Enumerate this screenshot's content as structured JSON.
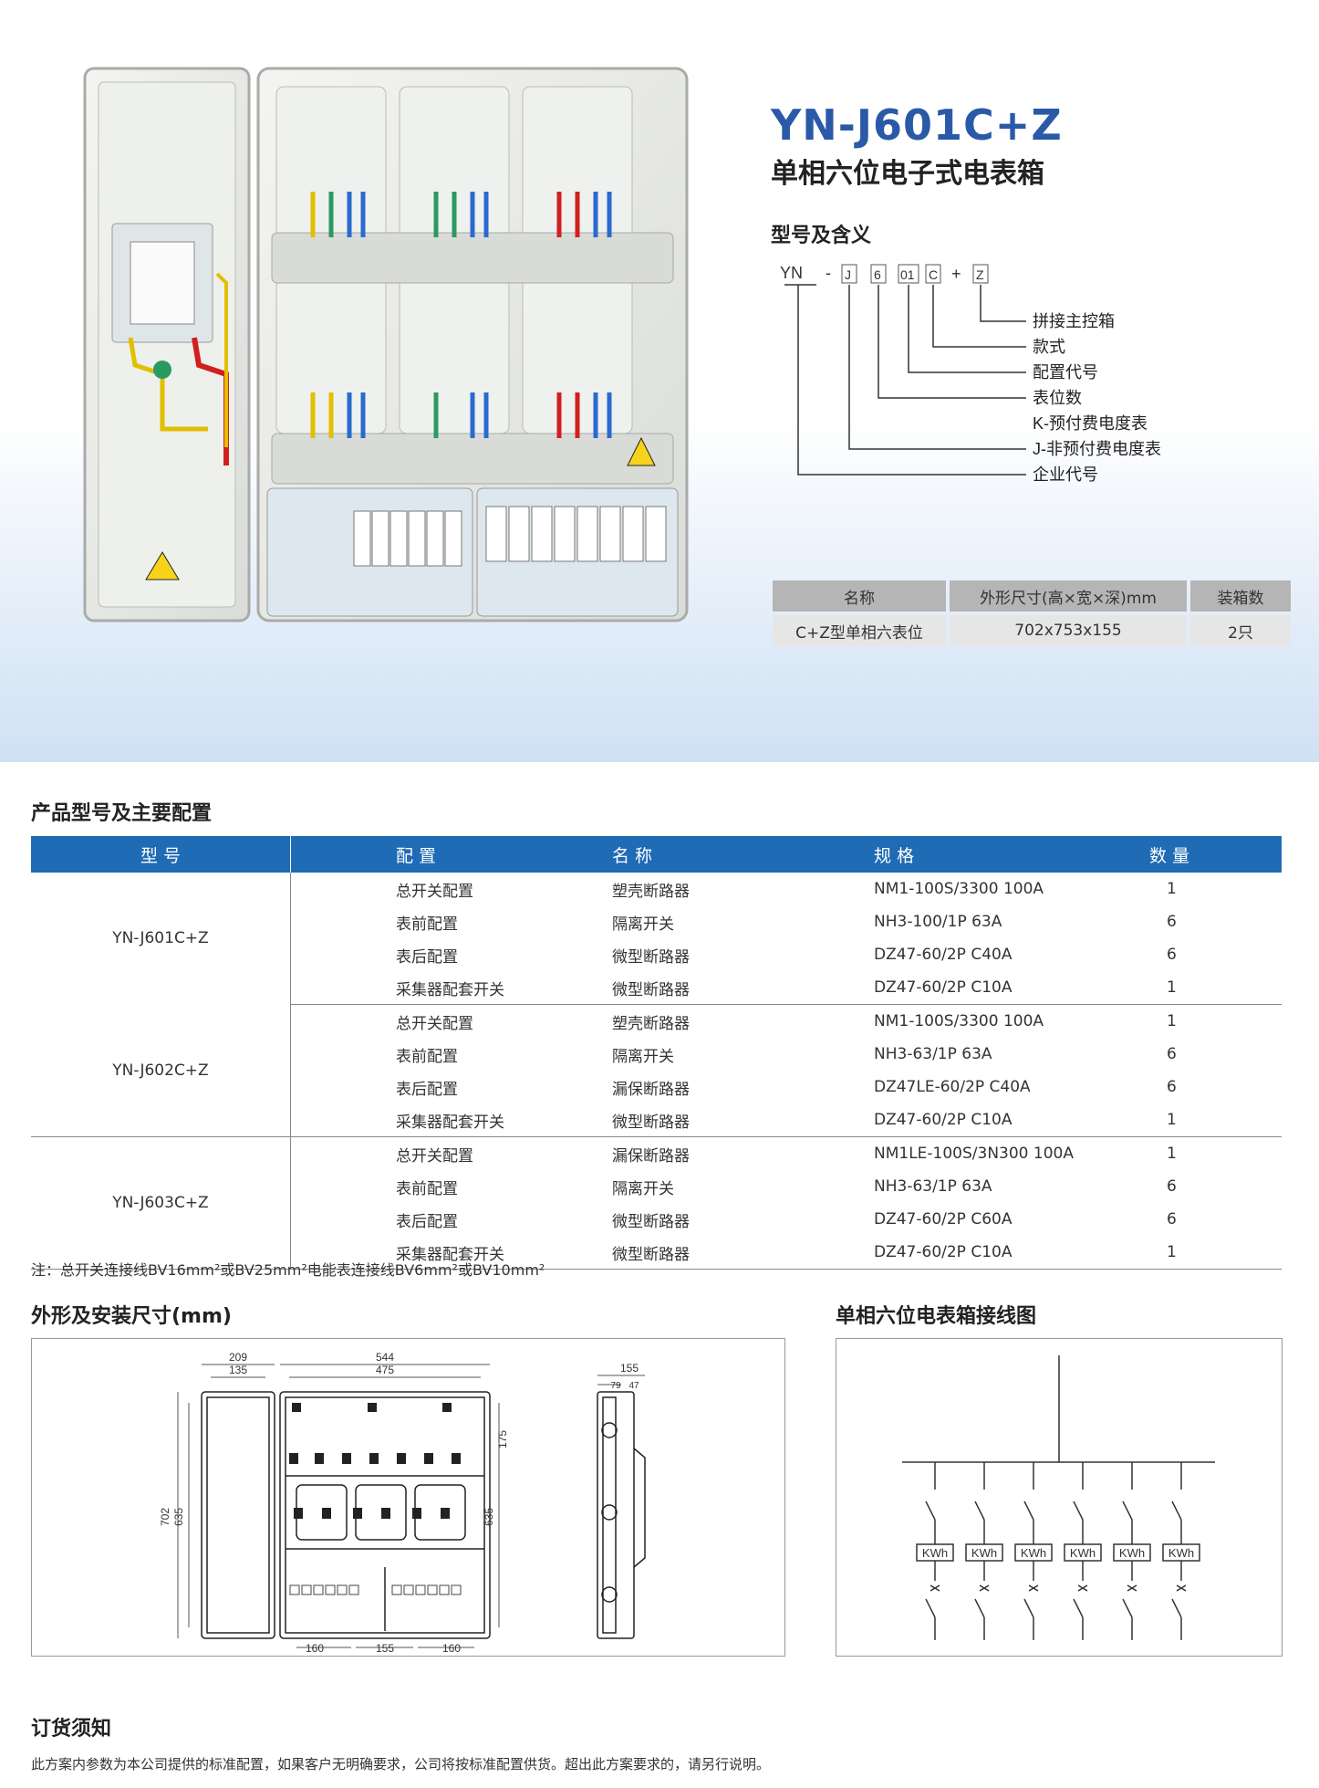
{
  "header": {
    "model_title": "YN-J601C+Z",
    "subtitle": "单相六位电子式电表箱",
    "meaning_title": "型号及含义"
  },
  "model_code": {
    "prefix": "YN",
    "dash": "-",
    "parts": [
      "J",
      "6",
      "01",
      "C",
      "Z"
    ],
    "plus": "+",
    "legend": [
      "拼接主控箱",
      "款式",
      "配置代号",
      "表位数",
      "K-预付费电度表",
      "J-非预付费电度表",
      "企业代号"
    ]
  },
  "spec_table": {
    "headers": [
      "名称",
      "外形尺寸(高×宽×深)mm",
      "装箱数"
    ],
    "row": [
      "C+Z型单相六表位",
      "702x753x155",
      "2只"
    ]
  },
  "config_section": {
    "title": "产品型号及主要配置",
    "headers": [
      "型 号",
      "配 置",
      "名 称",
      "规 格",
      "数 量"
    ],
    "groups": [
      {
        "model": "YN-J601C+Z",
        "rows": [
          [
            "总开关配置",
            "塑壳断路器",
            "NM1-100S/3300 100A",
            "1"
          ],
          [
            "表前配置",
            "隔离开关",
            "NH3-100/1P 63A",
            "6"
          ],
          [
            "表后配置",
            "微型断路器",
            "DZ47-60/2P  C40A",
            "6"
          ],
          [
            "采集器配套开关",
            "微型断路器",
            "DZ47-60/2P  C10A",
            "1"
          ]
        ]
      },
      {
        "model": "YN-J602C+Z",
        "rows": [
          [
            "总开关配置",
            "塑壳断路器",
            "NM1-100S/3300 100A",
            "1"
          ],
          [
            "表前配置",
            "隔离开关",
            "NH3-63/1P 63A",
            "6"
          ],
          [
            "表后配置",
            "漏保断路器",
            "DZ47LE-60/2P  C40A",
            "6"
          ],
          [
            "采集器配套开关",
            "微型断路器",
            "DZ47-60/2P C10A",
            "1"
          ]
        ]
      },
      {
        "model": "YN-J603C+Z",
        "rows": [
          [
            "总开关配置",
            "漏保断路器",
            "NM1LE-100S/3N300 100A",
            "1"
          ],
          [
            "表前配置",
            "隔离开关",
            "NH3-63/1P 63A",
            "6"
          ],
          [
            "表后配置",
            "微型断路器",
            "DZ47-60/2P  C60A",
            "6"
          ],
          [
            "采集器配套开关",
            "微型断路器",
            "DZ47-60/2P  C10A",
            "1"
          ]
        ]
      }
    ],
    "note": "注：总开关连接线BV16mm²或BV25mm²电能表连接线BV6mm²或BV10mm²"
  },
  "dimensions": {
    "title": "外形及安装尺寸(mm)",
    "labels": [
      "209",
      "135",
      "544",
      "475",
      "702",
      "635",
      "175",
      "635",
      "160",
      "155",
      "160",
      "155",
      "79",
      "47"
    ]
  },
  "wiring": {
    "title": "单相六位电表箱接线图",
    "meter_label": "KWh"
  },
  "order": {
    "title": "订货须知",
    "text": "此方案内参数为本公司提供的标准配置，如果客户无明确要求，公司将按标准配置供货。超出此方案要求的，请另行说明。"
  }
}
